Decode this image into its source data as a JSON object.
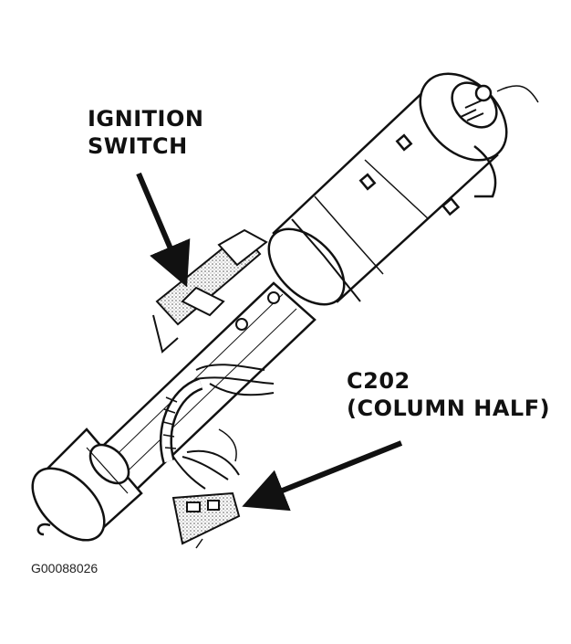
{
  "labels": {
    "ignition_switch_line1": "IGNITION",
    "ignition_switch_line2": "SWITCH",
    "connector_line1": "C202",
    "connector_line2": "(COLUMN HALF)"
  },
  "figure_id": "G00088026"
}
